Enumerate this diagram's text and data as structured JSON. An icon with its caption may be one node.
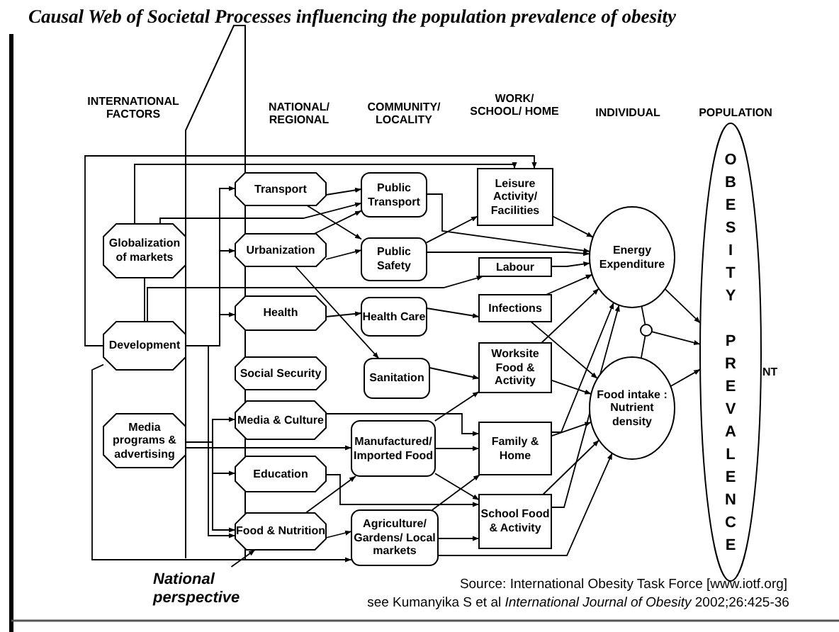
{
  "diagram": {
    "title": "Causal Web of Societal Processes influencing the *population prevalence* of obesity",
    "nodes": [
      {
        "text": [
          "Globalization of markets"
        ]
      },
      {
        "text": [
          "Development"
        ]
      },
      {
        "text": [
          "Media programs & advertising"
        ]
      },
      {
        "text": [
          "Transport"
        ]
      },
      {
        "text": [
          "Urbanization"
        ]
      },
      {
        "text": [
          "Health"
        ]
      },
      {
        "text": [
          "Social Security"
        ]
      },
      {
        "text": [
          "Media & Culture"
        ]
      },
      {
        "text": [
          "Education"
        ]
      },
      {
        "text": [
          "Food & Nutrition"
        ]
      },
      {
        "text": [
          "Public Transport"
        ]
      },
      {
        "text": [
          "Public Safety"
        ]
      },
      {
        "text": [
          "Health Care"
        ]
      },
      {
        "text": [
          "Sanitation"
        ]
      },
      {
        "text": [
          "Manufactured/ Imported Food"
        ]
      },
      {
        "text": [
          "Agriculture/ Gardens/ Local markets"
        ]
      },
      {
        "text": [
          "Leisure Activity/ Facilities"
        ]
      },
      {
        "text": [
          "Labour"
        ]
      },
      {
        "text": [
          "Infections"
        ]
      },
      {
        "text": [
          "Worksite Food & Activity"
        ]
      },
      {
        "text": [
          "Family & Home"
        ]
      },
      {
        "text": [
          "School Food & Activity"
        ]
      },
      {
        "text": [
          "Energy Expenditure"
        ]
      },
      {
        "text": [
          "Food intake : Nutrient density"
        ]
      },
      {
        "text": [],
        "shape": "circle"
      },
      {
        "text": [
          "OBESITY PREVALENCE"
        ]
      },
      {
        "text": [
          "National perspective"
        ]
      }
    ],
    "edges": [
      {
        "from": 0,
        "to": 16,
        "arrow": "to"
      },
      {
        "from": 1,
        "to": 16,
        "arrow": "to"
      },
      {
        "from": 0,
        "to": 10,
        "arrow": "to"
      },
      {
        "from": 1,
        "to": 17,
        "arrow": "to"
      },
      {
        "from": 0,
        "to": 1,
        "arrow": "none"
      },
      {
        "from": 1,
        "to": 3,
        "arrow": "to"
      },
      {
        "from": 1,
        "to": 4,
        "arrow": "to"
      },
      {
        "from": 1,
        "to": 5,
        "arrow": "to"
      },
      {
        "from": 1,
        "to": 9,
        "arrow": "to"
      },
      {
        "from": 2,
        "to": 7,
        "arrow": "to"
      },
      {
        "from": 2,
        "to": 8,
        "arrow": "to"
      },
      {
        "from": 2,
        "to": 9,
        "arrow": "to"
      },
      {
        "from": 2,
        "to": 14,
        "arrow": "to"
      },
      {
        "from": 1,
        "to": 15,
        "arrow": "to"
      },
      {
        "from": 3,
        "to": 10,
        "arrow": "to"
      },
      {
        "from": 3,
        "to": 11,
        "arrow": "to"
      },
      {
        "from": 4,
        "to": 10,
        "arrow": "to"
      },
      {
        "from": 4,
        "to": 11,
        "arrow": "to"
      },
      {
        "from": 4,
        "to": 13,
        "arrow": "to"
      },
      {
        "from": 5,
        "to": 12,
        "arrow": "to"
      },
      {
        "from": 10,
        "to": 22,
        "arrow": "to"
      },
      {
        "from": 11,
        "to": 16,
        "arrow": "to"
      },
      {
        "from": 11,
        "to": 22,
        "arrow": "to"
      },
      {
        "from": 12,
        "to": 18,
        "arrow": "to"
      },
      {
        "from": 13,
        "to": 19,
        "arrow": "to"
      },
      {
        "from": 14,
        "to": 19,
        "arrow": "to"
      },
      {
        "from": 14,
        "to": 20,
        "arrow": "to"
      },
      {
        "from": 14,
        "to": 21,
        "arrow": "to"
      },
      {
        "from": 7,
        "to": 20,
        "arrow": "to"
      },
      {
        "from": 8,
        "to": 21,
        "arrow": "to"
      },
      {
        "from": 9,
        "to": 14,
        "arrow": "to"
      },
      {
        "from": 9,
        "to": 15,
        "arrow": "to"
      },
      {
        "from": 15,
        "to": 20,
        "arrow": "to"
      },
      {
        "from": 15,
        "to": 21,
        "arrow": "to"
      },
      {
        "from": 15,
        "to": 23,
        "arrow": "to"
      },
      {
        "from": 16,
        "to": 22,
        "arrow": "to"
      },
      {
        "from": 17,
        "to": 22,
        "arrow": "to"
      },
      {
        "from": 18,
        "to": 22,
        "arrow": "to"
      },
      {
        "from": 18,
        "to": 23,
        "arrow": "to"
      },
      {
        "from": 19,
        "to": 22,
        "arrow": "to"
      },
      {
        "from": 19,
        "to": 23,
        "arrow": "to"
      },
      {
        "from": 20,
        "to": 22,
        "arrow": "to"
      },
      {
        "from": 20,
        "to": 23,
        "arrow": "to"
      },
      {
        "from": 21,
        "to": 22,
        "arrow": "to"
      },
      {
        "from": 21,
        "to": 23,
        "arrow": "to"
      },
      {
        "from": 22,
        "to": 24,
        "arrow": "none"
      },
      {
        "from": 23,
        "to": 24,
        "arrow": "none"
      },
      {
        "from": 24,
        "to": 25,
        "arrow": "to"
      },
      {
        "from": 22,
        "to": 25,
        "arrow": "to"
      },
      {
        "from": 23,
        "to": 25,
        "arrow": "to"
      },
      {
        "from": 26,
        "to": 9,
        "arrow": "to"
      }
    ],
    "labels": [
      "INTERNATIONAL FACTORS",
      "NATIONAL/ REGIONAL",
      "COMMUNITY/ LOCALITY",
      "WORK/ SCHOOL/ HOME",
      "INDIVIDUAL",
      "POPULATION",
      "NT",
      "Source: International Obesity Task Force [www.iotf.org]",
      "see Kumanyika S et al *International Journal of Obesity* 2002;26:425-36"
    ]
  }
}
